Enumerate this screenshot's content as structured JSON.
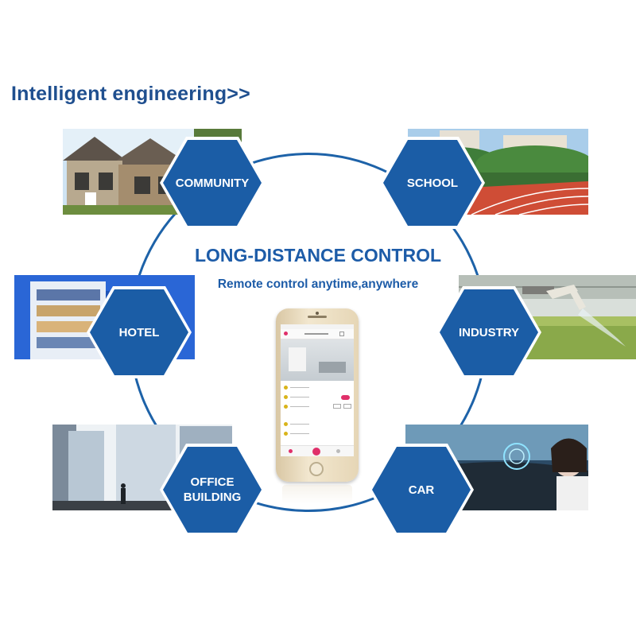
{
  "heading": "Intelligent engineering>>",
  "center": {
    "title": "LONG-DISTANCE CONTROL",
    "subtitle": "Remote control anytime,anywhere"
  },
  "hexagons": {
    "community": "COMMUNITY",
    "school": "SCHOOL",
    "hotel": "HOTEL",
    "industry": "INDUSTRY",
    "office": "OFFICE\nBUILDING",
    "car": "CAR"
  },
  "colors": {
    "hex_fill": "#1b5da6",
    "ring": "#1d62a8",
    "heading": "#1f4f8f",
    "accent_pink": "#e0306a"
  }
}
